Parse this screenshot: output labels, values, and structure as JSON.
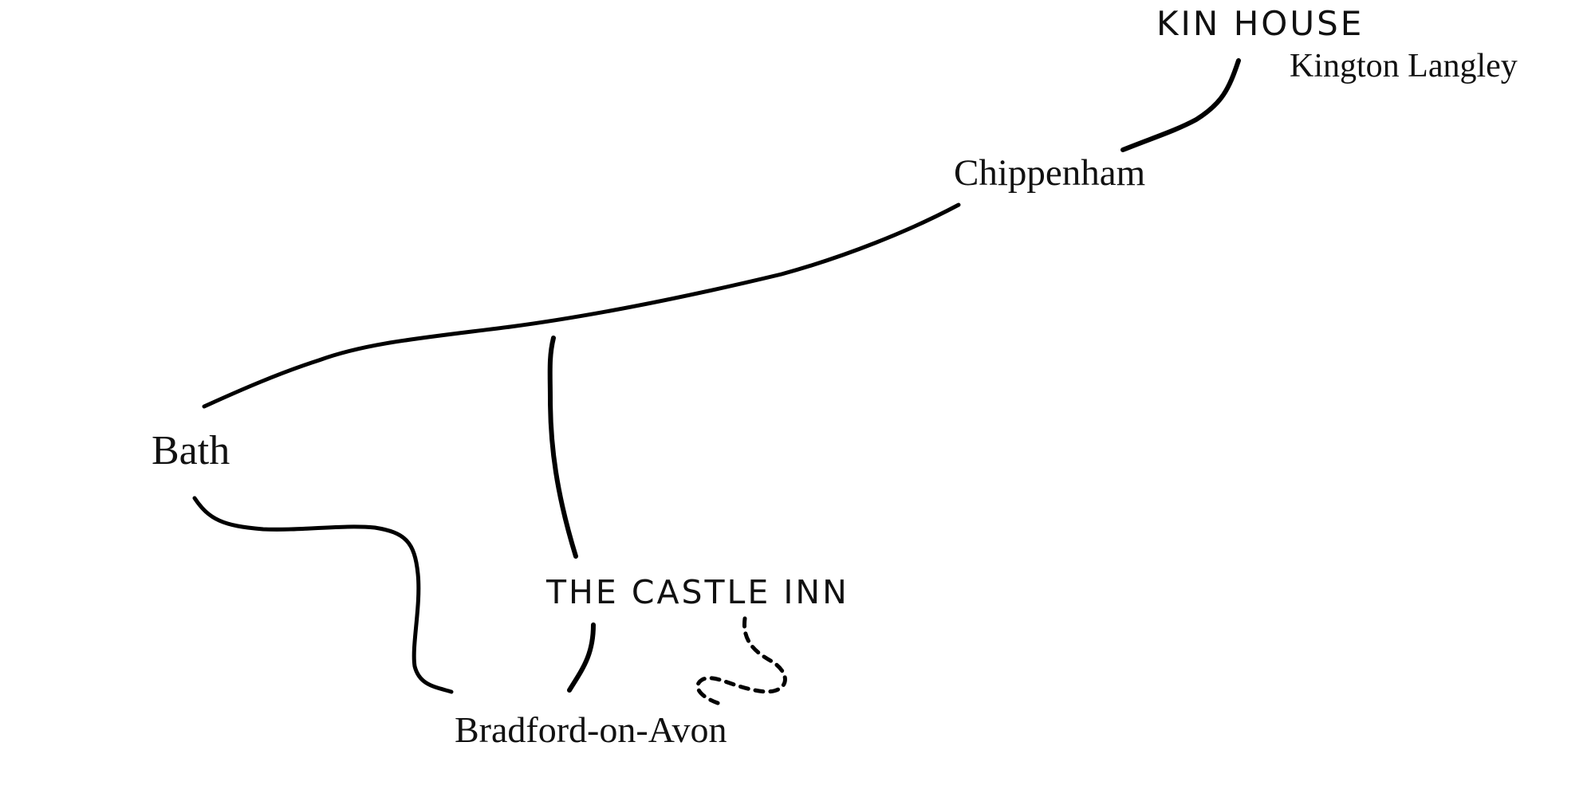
{
  "map": {
    "venues": {
      "kin_house": "KIN HOUSE",
      "castle_inn": "THE CASTLE INN"
    },
    "places": {
      "kington_langley": "Kington Langley",
      "chippenham": "Chippenham",
      "bath": "Bath",
      "bradford_on_avon": "Bradford-on-Avon"
    },
    "routes": [
      {
        "from": "Kington Langley",
        "to": "Chippenham",
        "style": "solid"
      },
      {
        "from": "Chippenham",
        "to": "Bath",
        "style": "solid"
      },
      {
        "from": "Chippenham",
        "to": "THE CASTLE INN",
        "style": "solid"
      },
      {
        "from": "Bath",
        "to": "Bradford-on-Avon",
        "style": "solid"
      },
      {
        "from": "THE CASTLE INN",
        "to": "Bradford-on-Avon",
        "style": "solid"
      },
      {
        "from": "THE CASTLE INN",
        "to": "Bradford-on-Avon",
        "style": "dotted"
      }
    ],
    "colors": {
      "background": "#ffffff",
      "ink": "#000000"
    }
  }
}
